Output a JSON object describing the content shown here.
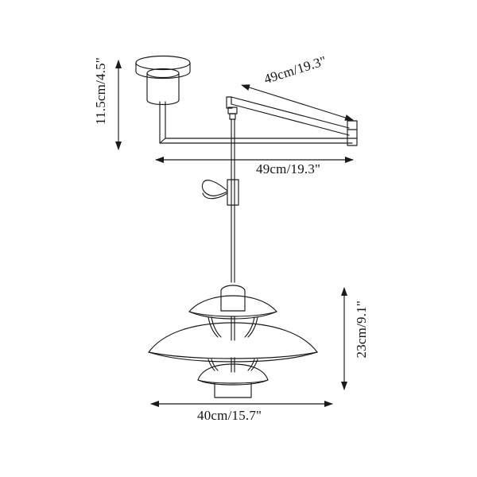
{
  "drawing": {
    "title": "Swing-arm pendant lamp dimensioned line drawing",
    "background_color": "#ffffff",
    "line_color": "#1a1a1a",
    "text_color": "#141414",
    "units": "cm / inches"
  },
  "dimensions": {
    "canopy_height": {
      "label": "11.5cm/4.5\"",
      "value_cm": 11.5,
      "value_in": 4.5,
      "orientation": "vertical",
      "measures": "ceiling-canopy-to-arm-drop-height"
    },
    "arm_upper": {
      "label": "49cm/19.3\"",
      "value_cm": 49,
      "value_in": 19.3,
      "orientation": "diagonal",
      "measures": "upper-swing-arm-length"
    },
    "arm_lower": {
      "label": "49cm/19.3\"",
      "value_cm": 49,
      "value_in": 19.3,
      "orientation": "horizontal",
      "measures": "lower-swing-arm-reach"
    },
    "shade_height": {
      "label": "23cm/9.1\"",
      "value_cm": 23,
      "value_in": 9.1,
      "orientation": "vertical",
      "measures": "shade-assembly-height"
    },
    "shade_width": {
      "label": "40cm/15.7\"",
      "value_cm": 40,
      "value_in": 15.7,
      "orientation": "horizontal",
      "measures": "shade-diameter"
    }
  },
  "parts": [
    {
      "name": "ceiling-canopy",
      "description": "round ceiling mount disc with cylindrical body"
    },
    {
      "name": "vertical-drop-rod",
      "description": "rod descending from canopy to elbow"
    },
    {
      "name": "lower-horizontal-arm",
      "description": "horizontal arm extending right"
    },
    {
      "name": "upper-diagonal-arm",
      "description": "diagonal arm from pivot down to right joint"
    },
    {
      "name": "arm-pivot-joint",
      "description": "joint where cord hangs from upper arm"
    },
    {
      "name": "end-joint-block",
      "description": "articulated block joining both arms at right"
    },
    {
      "name": "suspension-cord",
      "description": "vertical cord to shade"
    },
    {
      "name": "cord-adjuster",
      "description": "cord grip with teardrop loop"
    },
    {
      "name": "socket-housing",
      "description": "cylindrical lamp socket above shades"
    },
    {
      "name": "top-shade",
      "description": "upper small dome shade"
    },
    {
      "name": "main-shade",
      "description": "wide main dome shade, 40cm diameter"
    },
    {
      "name": "lower-shade",
      "description": "lower small dome shade"
    },
    {
      "name": "bottom-diffuser",
      "description": "cylindrical diffuser at bottom"
    }
  ]
}
